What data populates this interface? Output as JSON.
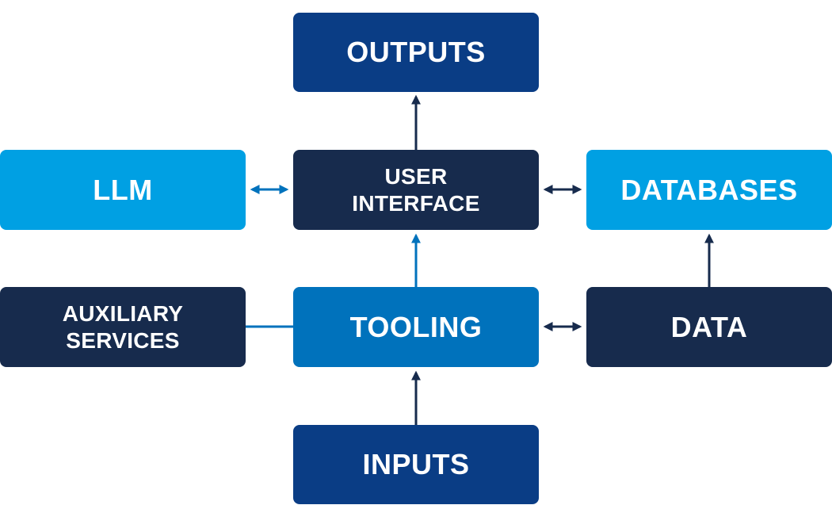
{
  "diagram": {
    "nodes": {
      "outputs": {
        "lines": [
          "OUTPUTS"
        ]
      },
      "user_interface": {
        "lines": [
          "USER",
          "INTERFACE"
        ]
      },
      "llm": {
        "lines": [
          "LLM"
        ]
      },
      "databases": {
        "lines": [
          "DATABASES"
        ]
      },
      "auxiliary_services": {
        "lines": [
          "AUXILIARY",
          "SERVICES"
        ]
      },
      "tooling": {
        "lines": [
          "TOOLING"
        ]
      },
      "data": {
        "lines": [
          "DATA"
        ]
      },
      "inputs": {
        "lines": [
          "INPUTS"
        ]
      }
    },
    "edges": [
      {
        "from": "user_interface",
        "to": "outputs",
        "type": "arrow"
      },
      {
        "from": "llm",
        "to": "user_interface",
        "type": "bidirectional"
      },
      {
        "from": "user_interface",
        "to": "databases",
        "type": "bidirectional"
      },
      {
        "from": "tooling",
        "to": "user_interface",
        "type": "arrow"
      },
      {
        "from": "data",
        "to": "databases",
        "type": "arrow"
      },
      {
        "from": "auxiliary_services",
        "to": "tooling",
        "type": "line"
      },
      {
        "from": "tooling",
        "to": "data",
        "type": "bidirectional"
      },
      {
        "from": "inputs",
        "to": "tooling",
        "type": "arrow"
      }
    ]
  },
  "colors": {
    "navy_blue": "#0a3d85",
    "dark_navy": "#172b4d",
    "light_blue": "#00a0e3",
    "medium_blue": "#0072bc",
    "arrow_dark": "#172b4d",
    "arrow_blue": "#0072bc"
  }
}
